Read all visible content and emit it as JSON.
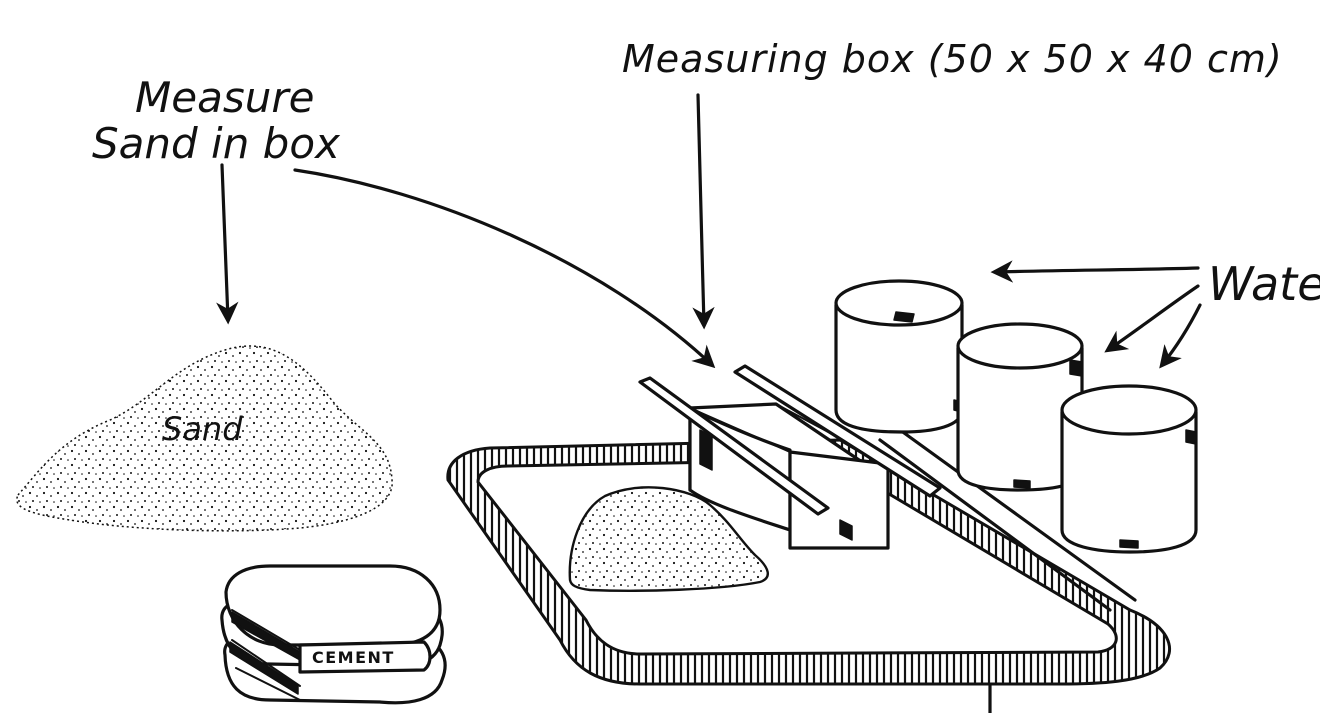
{
  "labels": {
    "measure_line1": "Measure",
    "measure_line2": "Sand in box",
    "measuring_box": "Measuring box (50 x 50 x 40 cm)",
    "water": "Water",
    "sand": "Sand",
    "cement": "CEMENT"
  },
  "colors": {
    "ink": "#111111",
    "background": "#ffffff"
  }
}
